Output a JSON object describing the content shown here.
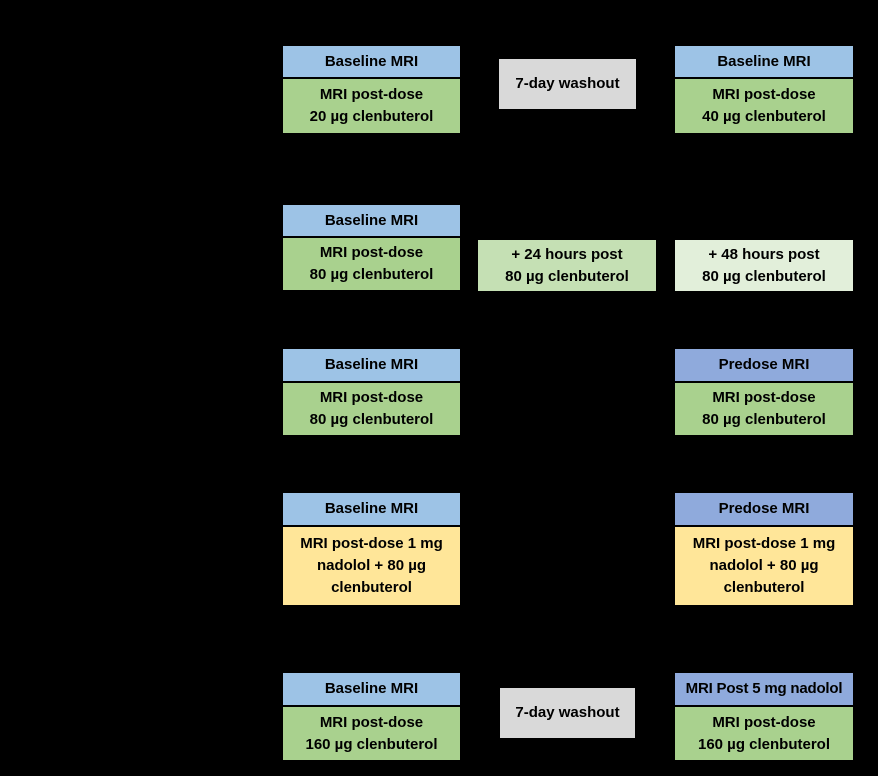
{
  "diagram": {
    "background": "#000000",
    "colors": {
      "baseline_header_blue": "#9DC3E6",
      "predose_header_periwinkle": "#8FAADC",
      "dose_green": "#A9D18E",
      "timepoint_green_light": "#C5E0B4",
      "timepoint_green_lighter": "#E2EFDA",
      "washout_gray": "#D9D9D9",
      "nadolol_yellow": "#FFE699",
      "border": "#000000",
      "text": "#000000"
    },
    "rows": {
      "row1": {
        "left": {
          "header": "Baseline MRI",
          "body": "MRI post-dose\n20 µg clenbuterol"
        },
        "middle": {
          "label": "7-day washout"
        },
        "right": {
          "header": "Baseline MRI",
          "body": "MRI post-dose\n40 µg clenbuterol"
        }
      },
      "row2": {
        "left": {
          "header": "Baseline MRI",
          "body": "MRI post-dose\n80 µg clenbuterol"
        },
        "middle": {
          "label": "+ 24 hours post\n80 µg clenbuterol"
        },
        "right": {
          "label": "+ 48 hours post\n80 µg clenbuterol"
        }
      },
      "row3": {
        "left": {
          "header": "Baseline MRI",
          "body": "MRI post-dose\n80 µg clenbuterol"
        },
        "right": {
          "header": "Predose MRI",
          "body": "MRI post-dose\n80 µg clenbuterol"
        }
      },
      "row4": {
        "left": {
          "header": "Baseline MRI",
          "body": "MRI post-dose 1 mg\nnadolol + 80 µg\nclenbuterol"
        },
        "right": {
          "header": "Predose MRI",
          "body": "MRI post-dose 1 mg\nnadolol + 80 µg\nclenbuterol"
        }
      },
      "row5": {
        "left": {
          "header": "Baseline MRI",
          "body": "MRI post-dose\n160 µg clenbuterol"
        },
        "middle": {
          "label": "7-day washout"
        },
        "right": {
          "header": "MRI Post 5 mg nadolol",
          "body": "MRI post-dose\n160 µg clenbuterol"
        }
      }
    }
  }
}
